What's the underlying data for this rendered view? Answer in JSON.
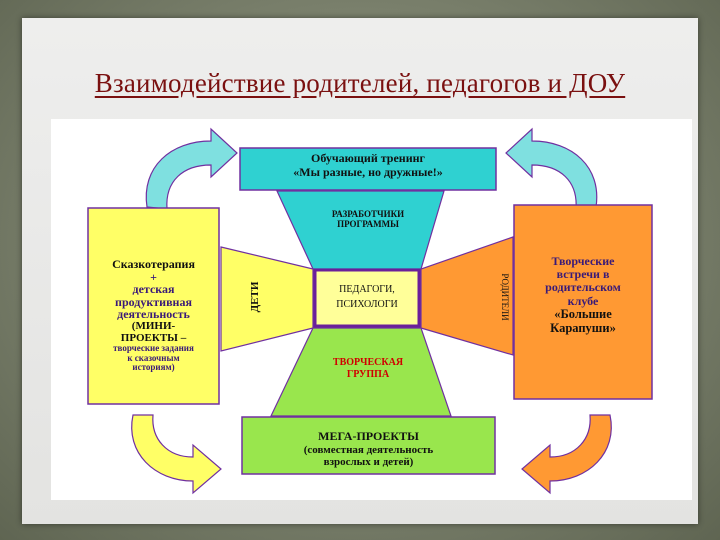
{
  "slide": {
    "title": "Взаимодействие родителей, педагогов и ДОУ"
  },
  "diagram": {
    "top_box": {
      "line1": "Обучающий тренинг",
      "line2": "«Мы разные, но дружные!»"
    },
    "top_funnel": {
      "line1": "РАЗРАБОТЧИКИ",
      "line2": "ПРОГРАММЫ"
    },
    "center": {
      "line1": "ПЕДАГОГИ,",
      "line2": "ПСИХОЛОГИ"
    },
    "left_funnel": {
      "label": "ДЕТИ"
    },
    "right_funnel": {
      "label": "РОДИТЕЛИ"
    },
    "bottom_funnel": {
      "line1": "ТВОРЧЕСКАЯ",
      "line2": "ГРУППА"
    },
    "bottom_box": {
      "line1": "МЕГА-ПРОЕКТЫ",
      "line2": "(совместная деятельность",
      "line3": "взрослых и детей)"
    },
    "left_box": {
      "line1": "Сказкотерапия",
      "line2": "+",
      "line3": "детская",
      "line4": "продуктивная",
      "line5": "деятельность",
      "line6": "(МИНИ-",
      "line7": "ПРОЕКТЫ –",
      "line8": "творческие задания",
      "line9": "к сказочным",
      "line10": "историям)"
    },
    "right_box": {
      "line1": "Творческие",
      "line2": "встречи в",
      "line3": "родительском",
      "line4": "клубе",
      "line5": "«Большие",
      "line6": "Карапуши»"
    },
    "colors": {
      "title": "#7a1010",
      "teal": "#2fd1d1",
      "yellow": "#ffff66",
      "orange": "#ff9933",
      "green": "#99e64d",
      "border": "#7030a0",
      "center_fill": "#ffff99",
      "text_purple": "#3a1a78",
      "text_red": "#d00000"
    },
    "arrows": [
      "curved-arrow-top-left-teal",
      "curved-arrow-top-right-teal",
      "curved-arrow-bottom-left-yellow",
      "curved-arrow-bottom-right-orange"
    ]
  }
}
